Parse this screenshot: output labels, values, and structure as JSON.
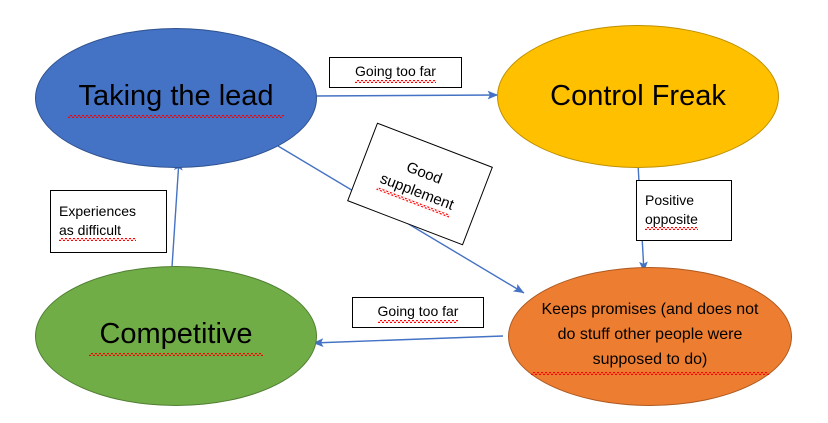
{
  "diagram": {
    "title": "Taking the lead / Control Freak relationship diagram",
    "background_color": "#FFFFFF",
    "nodes": [
      {
        "id": "taking-the-lead",
        "label": "Taking the lead",
        "fill": "#4472C4",
        "border": "#2F528F",
        "text_color": "#000000",
        "spellcheck_underline": true
      },
      {
        "id": "control-freak",
        "label": "Control Freak",
        "fill": "#FFC000",
        "border": "#BF9000",
        "text_color": "#000000",
        "spellcheck_underline": false
      },
      {
        "id": "competitive",
        "label": "Competitive",
        "fill": "#70AD47",
        "border": "#507E32",
        "text_color": "#000000",
        "spellcheck_underline": true
      },
      {
        "id": "keeps-promises",
        "label": "Keeps promises (and does not\ndo stuff other people were\nsupposed to do)",
        "fill": "#ED7D31",
        "border": "#AE5A21",
        "text_color": "#000000",
        "spellcheck_underline": true
      }
    ],
    "edge_labels": [
      {
        "id": "going-too-far-top",
        "text": "Going too far"
      },
      {
        "id": "good-supplement",
        "text": "Good\nsupplement",
        "rotation_deg": 21
      },
      {
        "id": "positive-opposite",
        "text": "Positive\nopposite"
      },
      {
        "id": "experiences-as-difficult",
        "text": "Experiences\nas difficult"
      },
      {
        "id": "going-too-far-bottom",
        "text": "Going too far"
      }
    ],
    "connectors": [
      {
        "id": "lead-to-control-freak",
        "from": "taking-the-lead",
        "to": "control-freak",
        "label": "Going too far",
        "color": "#4472C4"
      },
      {
        "id": "lead-to-keeps-promises",
        "from": "taking-the-lead",
        "to": "keeps-promises",
        "label": "Good supplement",
        "color": "#4472C4"
      },
      {
        "id": "control-freak-to-keeps-promises",
        "from": "control-freak",
        "to": "keeps-promises",
        "label": "Positive opposite",
        "color": "#4472C4"
      },
      {
        "id": "keeps-promises-to-competitive",
        "from": "keeps-promises",
        "to": "competitive",
        "label": "Going too far",
        "color": "#4472C4"
      },
      {
        "id": "competitive-to-lead",
        "from": "competitive",
        "to": "taking-the-lead",
        "label": "Experiences as difficult",
        "color": "#4472C4"
      }
    ]
  }
}
